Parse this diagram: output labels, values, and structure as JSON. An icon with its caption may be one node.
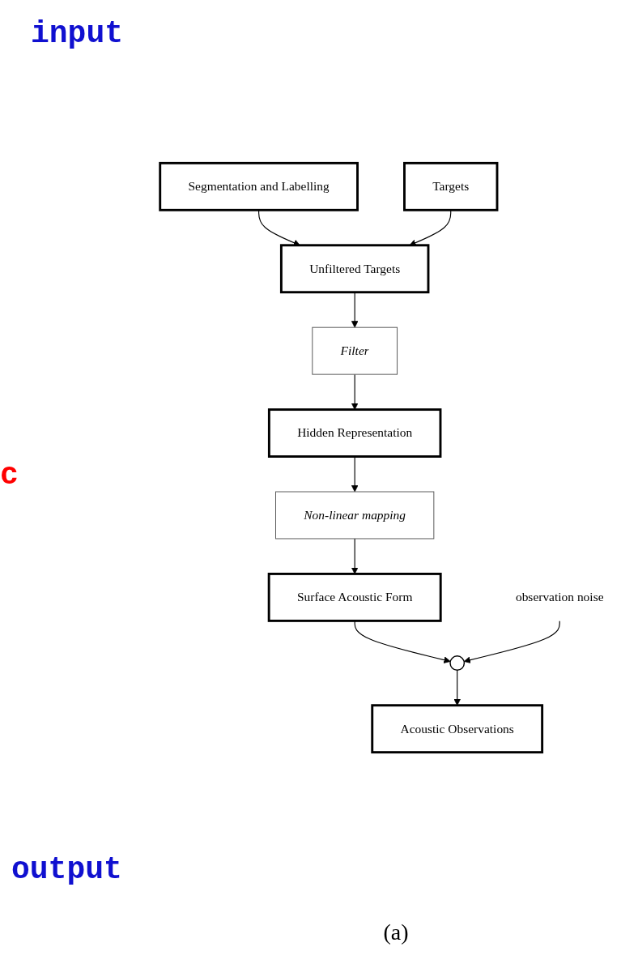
{
  "diagram": {
    "caption": "(a)",
    "nodes": [
      {
        "text": [
          "Segmentation and Labelling"
        ]
      },
      {
        "text": [
          "Unfiltered Targets"
        ]
      },
      {
        "text": [
          "Targets"
        ]
      },
      {
        "text": [
          "Filter"
        ]
      },
      {
        "text": [
          "Hidden Representation"
        ]
      },
      {
        "text": [
          "Non-linear mapping"
        ]
      },
      {
        "text": [
          "Surface Acoustic Form"
        ]
      },
      {
        "text": [],
        "shape": "circle"
      },
      {
        "text": [
          "observation noise"
        ]
      },
      {
        "text": [
          "Acoustic Observations"
        ]
      }
    ],
    "edges": [
      {
        "from": 0,
        "to": 1,
        "arrow": "to"
      },
      {
        "from": 2,
        "to": 1,
        "arrow": "to"
      },
      {
        "from": 1,
        "to": 3,
        "arrow": "to"
      },
      {
        "from": 3,
        "to": 4,
        "arrow": "to"
      },
      {
        "from": 4,
        "to": 5,
        "arrow": "to"
      },
      {
        "from": 5,
        "to": 6,
        "arrow": "to"
      },
      {
        "from": 6,
        "to": 7,
        "arrow": "to"
      },
      {
        "from": 8,
        "to": 7,
        "arrow": "to"
      },
      {
        "from": 7,
        "to": 9,
        "arrow": "to"
      }
    ],
    "labels": [
      "input",
      "c",
      "output"
    ]
  }
}
